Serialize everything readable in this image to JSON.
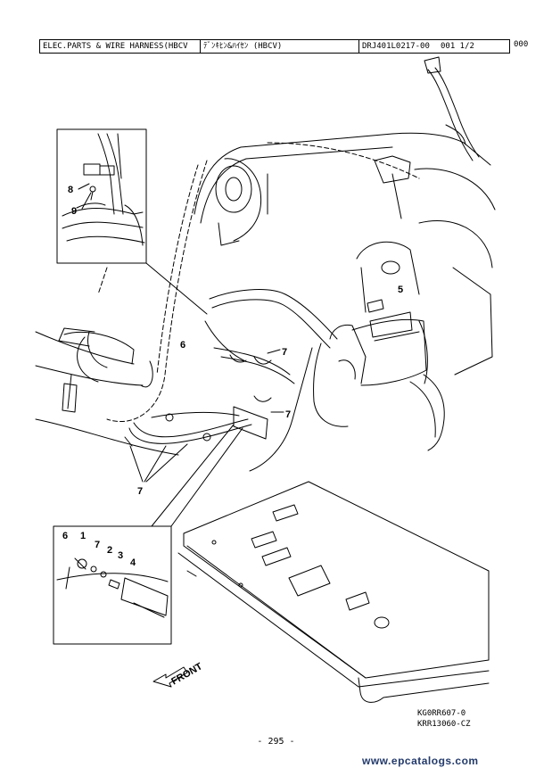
{
  "header": {
    "title": "ELEC.PARTS & WIRE HARNESS(HBCV",
    "title_jp": "ﾃﾞﾝｷﾋﾝ&ﾊｲｾﾝ (HBCV)",
    "part_code": "DRJ401L0217-00",
    "sheet": "001 1/2",
    "side_code": "000"
  },
  "callouts": {
    "c1": "1",
    "c2": "2",
    "c3": "3",
    "c4": "4",
    "c5": "5",
    "c6a": "6",
    "c6b": "6",
    "c7a": "7",
    "c7b": "7",
    "c7c": "7",
    "c7d": "7",
    "c8": "8",
    "c9": "9"
  },
  "front_label": "FRONT",
  "drawing_codes": [
    "KG0RR607-0",
    "KRR13060-CZ"
  ],
  "page_number": "- 295 -",
  "website": "www.epcatalogs.com"
}
